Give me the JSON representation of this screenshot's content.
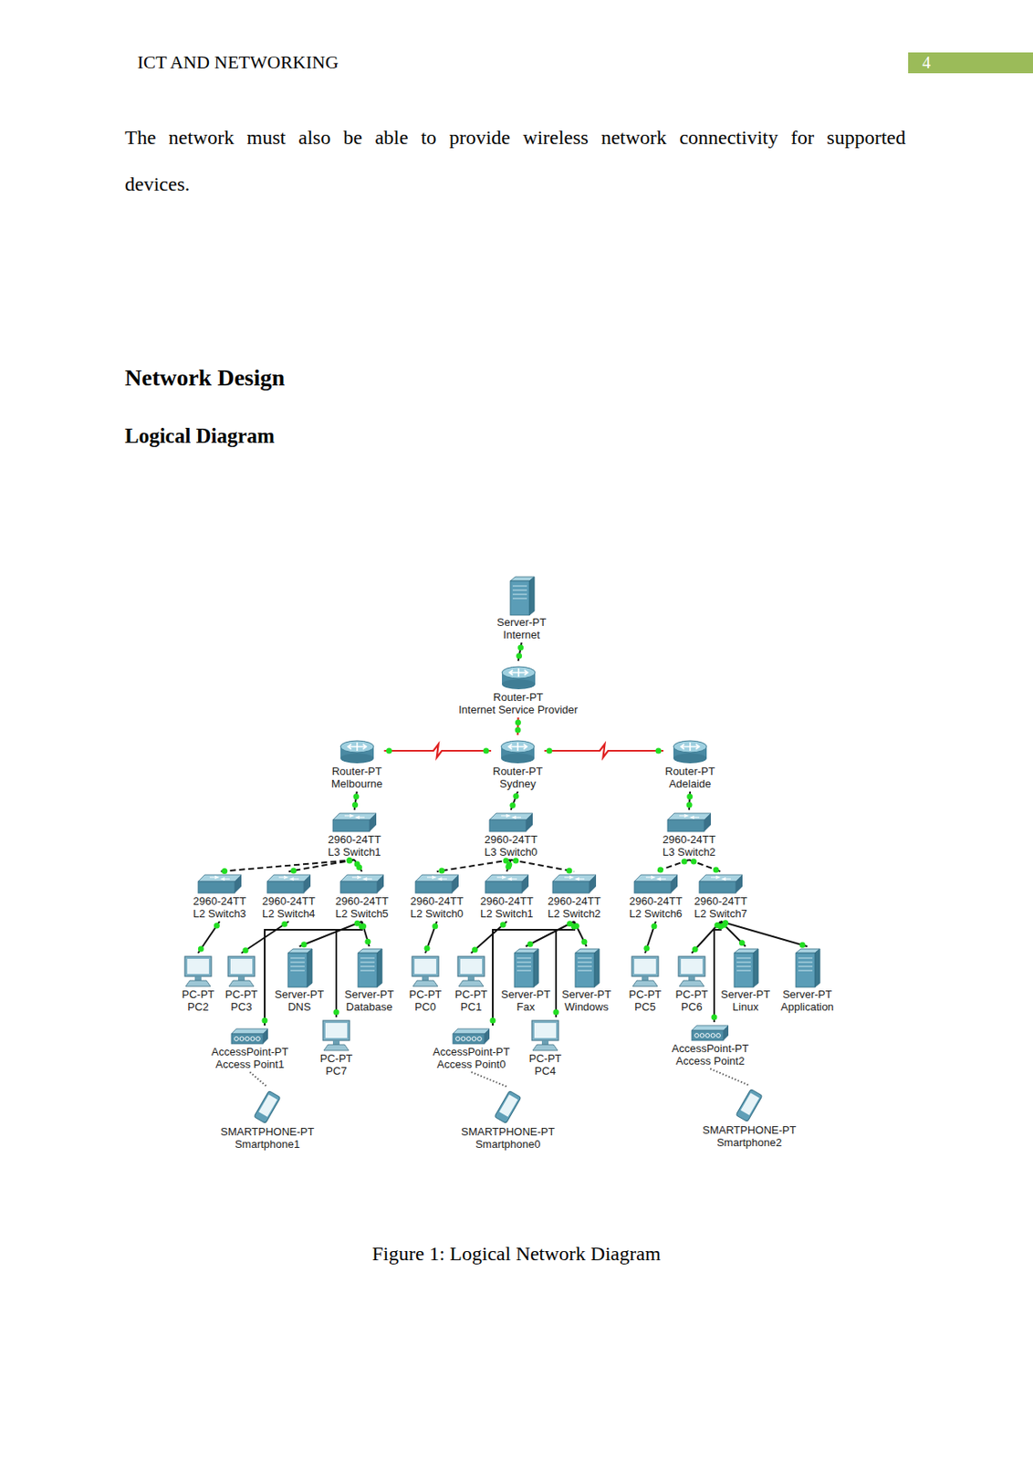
{
  "diagram": {
    "title": "Logical Diagram",
    "caption": "Figure 1: Logical Network Diagram",
    "nodes": [
      {
        "text": [
          "Server-PT",
          "Internet"
        ]
      },
      {
        "text": [
          "Router-PT",
          "Internet Service Provider"
        ]
      },
      {
        "text": [
          "Router-PT",
          "Melbourne"
        ]
      },
      {
        "text": [
          "Router-PT",
          "Sydney"
        ]
      },
      {
        "text": [
          "Router-PT",
          "Adelaide"
        ]
      },
      {
        "text": [
          "2960-24TT",
          "L3 Switch1"
        ]
      },
      {
        "text": [
          "2960-24TT",
          "L3 Switch0"
        ]
      },
      {
        "text": [
          "2960-24TT",
          "L3 Switch2"
        ]
      },
      {
        "text": [
          "2960-24TT",
          "L2 Switch3"
        ]
      },
      {
        "text": [
          "2960-24TT",
          "L2 Switch4"
        ]
      },
      {
        "text": [
          "2960-24TT",
          "L2 Switch5"
        ]
      },
      {
        "text": [
          "2960-24TT",
          "L2 Switch0"
        ]
      },
      {
        "text": [
          "2960-24TT",
          "L2 Switch1"
        ]
      },
      {
        "text": [
          "2960-24TT",
          "L2 Switch2"
        ]
      },
      {
        "text": [
          "2960-24TT",
          "L2 Switch6"
        ]
      },
      {
        "text": [
          "2960-24TT",
          "L2 Switch7"
        ]
      },
      {
        "text": [
          "PC-PT",
          "PC2"
        ]
      },
      {
        "text": [
          "PC-PT",
          "PC3"
        ]
      },
      {
        "text": [
          "Server-PT",
          "DNS"
        ]
      },
      {
        "text": [
          "Server-PT",
          "Database"
        ]
      },
      {
        "text": [
          "PC-PT",
          "PC0"
        ]
      },
      {
        "text": [
          "PC-PT",
          "PC1"
        ]
      },
      {
        "text": [
          "Server-PT",
          "Fax"
        ]
      },
      {
        "text": [
          "Server-PT",
          "Windows"
        ]
      },
      {
        "text": [
          "PC-PT",
          "PC5"
        ]
      },
      {
        "text": [
          "PC-PT",
          "PC6"
        ]
      },
      {
        "text": [
          "Server-PT",
          "Linux"
        ]
      },
      {
        "text": [
          "Server-PT",
          "Application"
        ]
      },
      {
        "text": [
          "AccessPoint-PT",
          "Access Point1"
        ]
      },
      {
        "text": [
          "PC-PT",
          "PC7"
        ]
      },
      {
        "text": [
          "AccessPoint-PT",
          "Access Point0"
        ]
      },
      {
        "text": [
          "PC-PT",
          "PC4"
        ]
      },
      {
        "text": [
          "AccessPoint-PT",
          "Access Point2"
        ]
      },
      {
        "text": [
          "SMARTPHONE-PT",
          "Smartphone1"
        ]
      },
      {
        "text": [
          "SMARTPHONE-PT",
          "Smartphone0"
        ]
      },
      {
        "text": [
          "SMARTPHONE-PT",
          "Smartphone2"
        ]
      }
    ],
    "edges": [
      {
        "from": 0,
        "to": 1,
        "arrow": "none"
      },
      {
        "from": 1,
        "to": 3,
        "arrow": "none"
      },
      {
        "from": 2,
        "to": 3,
        "arrow": "none"
      },
      {
        "from": 3,
        "to": 4,
        "arrow": "none"
      },
      {
        "from": 2,
        "to": 5,
        "arrow": "none"
      },
      {
        "from": 3,
        "to": 6,
        "arrow": "none"
      },
      {
        "from": 4,
        "to": 7,
        "arrow": "none"
      },
      {
        "from": 5,
        "to": 8,
        "arrow": "none"
      },
      {
        "from": 5,
        "to": 9,
        "arrow": "none"
      },
      {
        "from": 5,
        "to": 10,
        "arrow": "none"
      },
      {
        "from": 6,
        "to": 11,
        "arrow": "none"
      },
      {
        "from": 6,
        "to": 12,
        "arrow": "none"
      },
      {
        "from": 6,
        "to": 13,
        "arrow": "none"
      },
      {
        "from": 7,
        "to": 14,
        "arrow": "none"
      },
      {
        "from": 7,
        "to": 15,
        "arrow": "none"
      },
      {
        "from": 8,
        "to": 16,
        "arrow": "none"
      },
      {
        "from": 9,
        "to": 17,
        "arrow": "none"
      },
      {
        "from": 10,
        "to": 18,
        "arrow": "none"
      },
      {
        "from": 10,
        "to": 19,
        "arrow": "none"
      },
      {
        "from": 10,
        "to": 29,
        "arrow": "none"
      },
      {
        "from": 10,
        "to": 28,
        "arrow": "none"
      },
      {
        "from": 11,
        "to": 20,
        "arrow": "none"
      },
      {
        "from": 12,
        "to": 21,
        "arrow": "none"
      },
      {
        "from": 13,
        "to": 22,
        "arrow": "none"
      },
      {
        "from": 13,
        "to": 23,
        "arrow": "none"
      },
      {
        "from": 13,
        "to": 31,
        "arrow": "none"
      },
      {
        "from": 13,
        "to": 30,
        "arrow": "none"
      },
      {
        "from": 14,
        "to": 24,
        "arrow": "none"
      },
      {
        "from": 15,
        "to": 25,
        "arrow": "none"
      },
      {
        "from": 15,
        "to": 26,
        "arrow": "none"
      },
      {
        "from": 15,
        "to": 27,
        "arrow": "none"
      },
      {
        "from": 15,
        "to": 32,
        "arrow": "none"
      },
      {
        "from": 28,
        "to": 33,
        "arrow": "none"
      },
      {
        "from": 30,
        "to": 34,
        "arrow": "none"
      },
      {
        "from": 32,
        "to": 35,
        "arrow": "none"
      }
    ],
    "labels": [
      "ICT AND NETWORKING",
      "4",
      "The network must also be able to provide wireless network connectivity for supported devices.",
      "Network Design"
    ]
  }
}
